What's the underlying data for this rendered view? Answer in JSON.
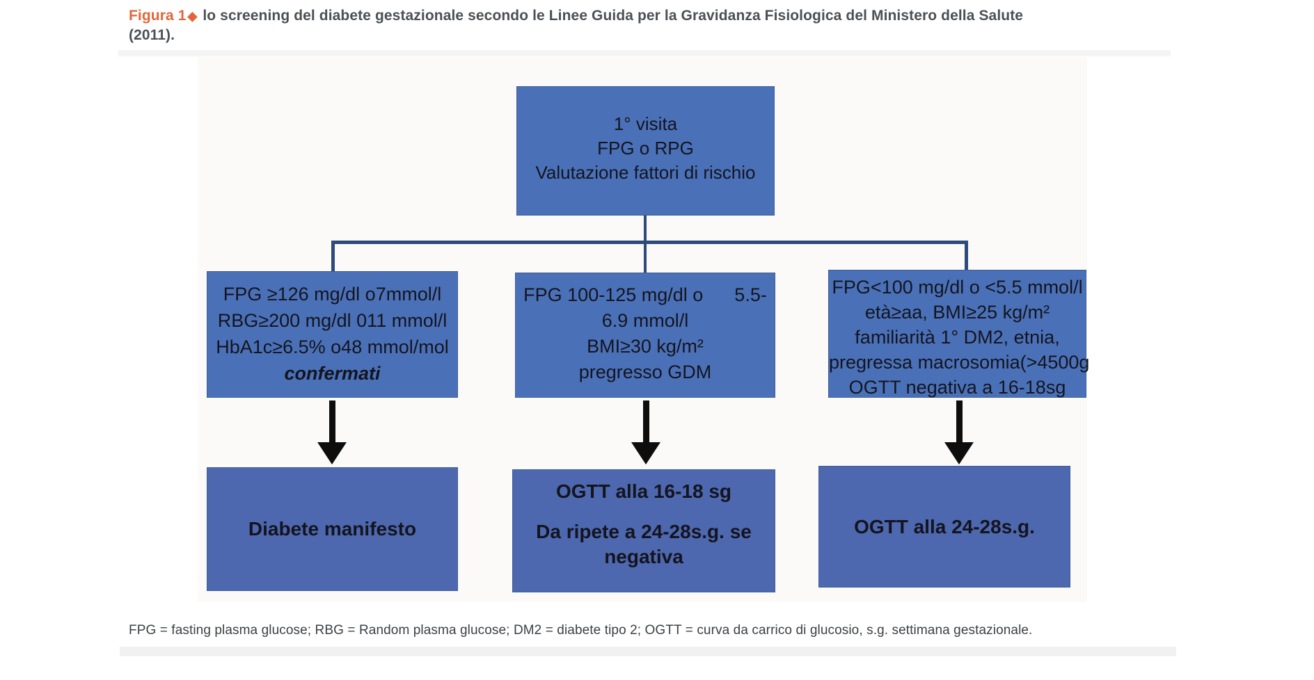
{
  "page": {
    "title": {
      "figure_label": "Figura 1",
      "diamond": "◆",
      "caption": "lo screening del diabete gestazionale secondo le Linee Guida per la Gravidanza Fisiologica del Ministero della Salute",
      "caption_line2": "(2011)."
    },
    "footnote": "FPG = fasting plasma glucose; RBG = Random plasma glucose; DM2 = diabete tipo 2; OGTT = curva da carrico di glucosio, s.g. settimana gestazionale."
  },
  "flowchart": {
    "top_box": {
      "lines": [
        "1° visita",
        "FPG o RPG",
        "Valutazione fattori di rischio"
      ]
    },
    "left_box": {
      "lines": [
        "FPG ≥126 mg/dl o7mmol/l",
        "RBG≥200 mg/dl 011 mmol/l",
        "HbA1c≥6.5% o48 mmol/mol"
      ],
      "emphasis": "confermati"
    },
    "middle_box": {
      "lines": [
        "FPG 100-125 mg/dl o      5.5-",
        "6.9 mmol/l",
        "BMI≥30 kg/m²",
        "pregresso GDM"
      ]
    },
    "right_box": {
      "lines": [
        "FPG<100 mg/dl o <5.5 mmol/l",
        "età≥aa, BMI≥25 kg/m²",
        "familiarità 1° DM2, etnia,",
        "pregressa macrosomia(>4500g",
        "OGTT negativa a 16-18sg"
      ]
    },
    "outcome_left": {
      "line": "Diabete manifesto"
    },
    "outcome_middle": {
      "line1": "OGTT alla 16-18 sg",
      "line2": "Da ripete a 24-28s.g. se negativa"
    },
    "outcome_right": {
      "line": "OGTT alla 24-28s.g."
    }
  },
  "colors": {
    "box_blue": "#4a71b7",
    "outcome_blue": "#4d68ae",
    "connector_navy": "#2d4a7c",
    "arrow_black": "#0d0d0d",
    "accent_orange": "#e2663a",
    "title_gray": "#4b5055",
    "strip_gray": "#f2f2f2",
    "canvas_bg": "#fbfaf8"
  }
}
